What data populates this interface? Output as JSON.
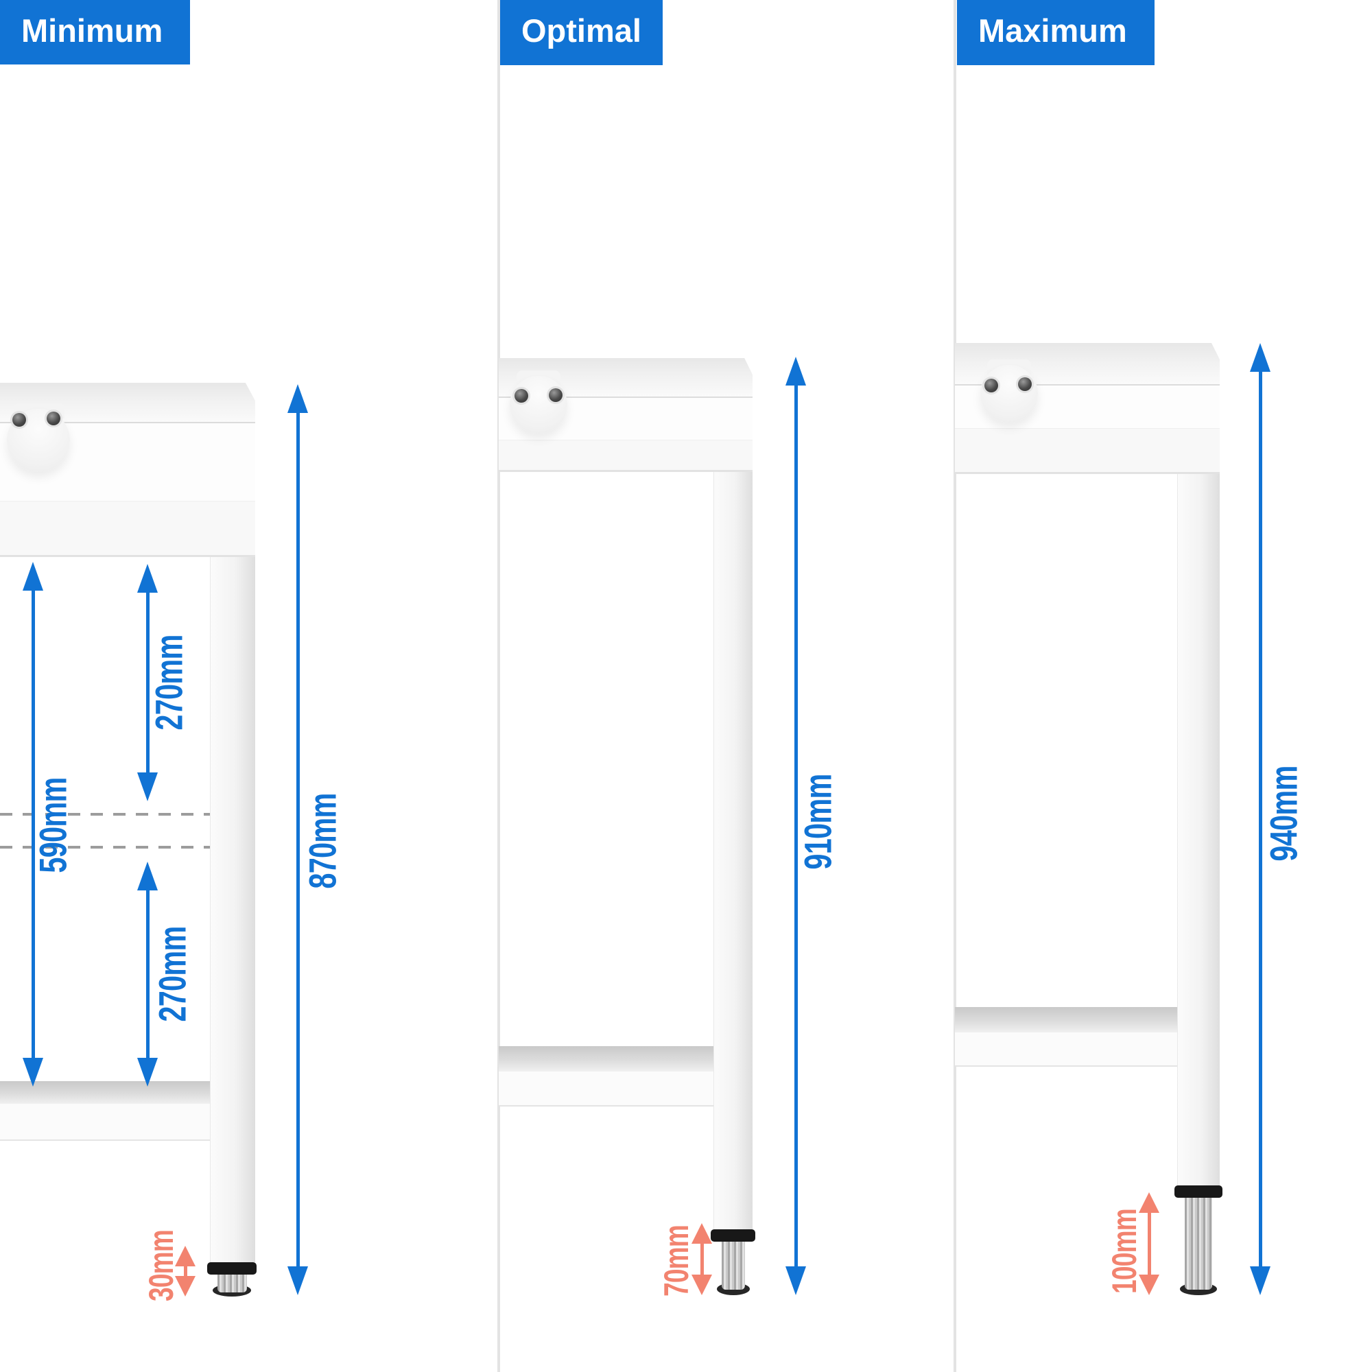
{
  "colors": {
    "accent_blue": "#1173d4",
    "accent_orange": "#f2836f"
  },
  "panels": [
    {
      "title": "Minimum",
      "labels": {
        "total": "870mm",
        "inner": "590mm",
        "upper_gap": "270mm",
        "lower_gap": "270mm",
        "foot": "30mm"
      }
    },
    {
      "title": "Optimal",
      "labels": {
        "total": "910mm",
        "foot": "70mm"
      }
    },
    {
      "title": "Maximum",
      "labels": {
        "total": "940mm",
        "foot": "100mm"
      }
    }
  ]
}
